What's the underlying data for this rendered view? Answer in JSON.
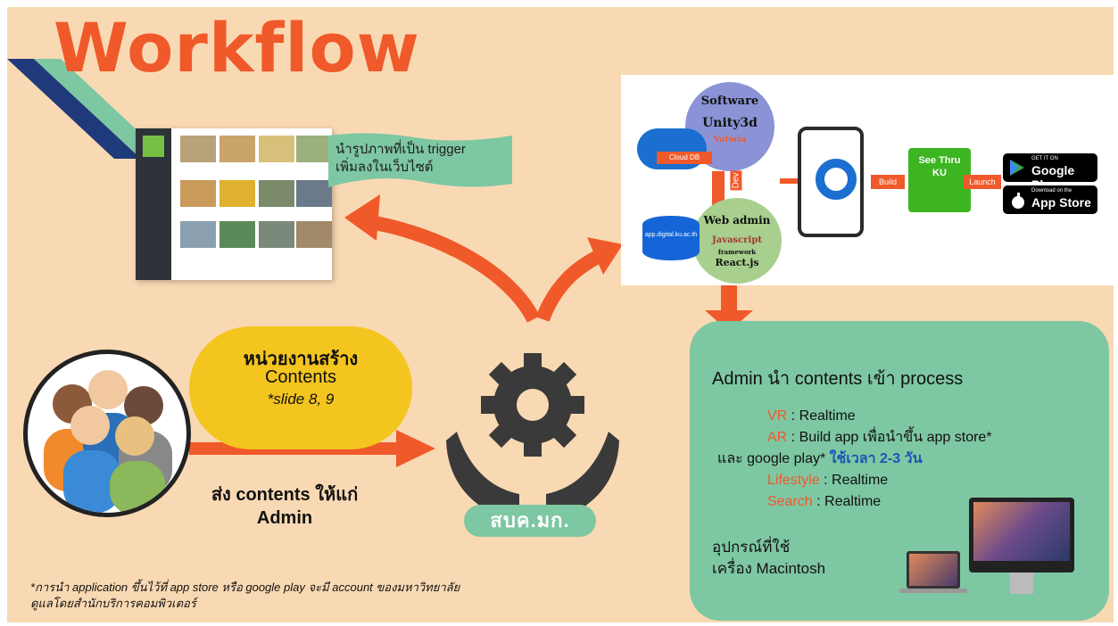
{
  "title": "Workflow",
  "trigger_note": {
    "line1": "นำรูปภาพที่เป็น trigger",
    "line2": "เพิ่มลงในเว็บไซต์"
  },
  "bubble": {
    "line1": "หน่วยงานสร้าง",
    "line2": "Contents",
    "line3": "*slide 8, 9"
  },
  "send": {
    "line1": "ส่ง contents ให้แก่",
    "line2": "Admin"
  },
  "org": "สบค.มก.",
  "dev": {
    "software_title": "Software",
    "software_name": "Unity3d",
    "software_sub": "Vuforia",
    "cloud_label": "Cloud DB",
    "dev_label": "Dev",
    "db_label": "app.digital.ku.ac.th",
    "webadmin_title": "Web admin",
    "webadmin_lang": "Javascript",
    "webadmin_fw": "framework",
    "webadmin_lib": "React.js",
    "build": "Build",
    "launch": "Launch",
    "app_name_1": "See Thru",
    "app_name_2": "KU",
    "google_small": "GET IT ON",
    "google_big": "Google Play",
    "apple_small": "Download on the",
    "apple_big": "App Store"
  },
  "admin": {
    "heading": "Admin นำ contents เข้า process",
    "vr_label": "VR",
    "vr_text": " : Realtime",
    "ar_label": "AR",
    "ar_text": " : Build app เพื่อนำขึ้น app store*",
    "ar_text2": "และ google play* ",
    "ar_time": "ใช้เวลา 2-3 วัน",
    "life_label": "Lifestyle",
    "life_text": " : Realtime",
    "search_label": "Search",
    "search_text": " : Realtime",
    "device_line1": "อุปกรณ์ที่ใช้",
    "device_line2": "เครื่อง Macintosh"
  },
  "footnote": {
    "line1": "*การนำ application ขึ้นไว้ที่ app store หรือ google play จะมี account ของมหาวิทยาลัย",
    "line2": "ดูแลโดยสำนักบริการคอมพิวเตอร์"
  },
  "colors": {
    "orange": "#f0592a",
    "teal": "#7ec7a3",
    "yellow": "#f4c51e",
    "background": "#f9d9b3"
  }
}
